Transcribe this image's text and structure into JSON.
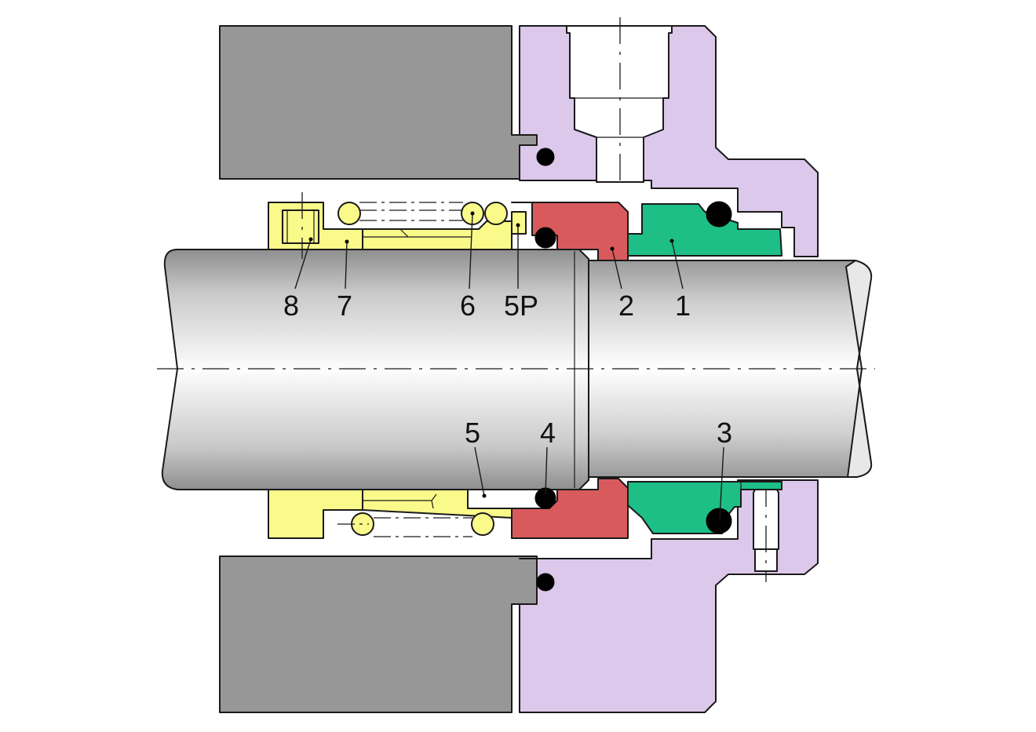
{
  "colors": {
    "housing": "#979797",
    "gland": "#dcc8ea",
    "stationary_seat": "#1dbf86",
    "rotating_face": "#d95a5c",
    "rotating_assembly": "#fafa8a",
    "shaft": "#cfcfcf",
    "oring": "#000000"
  },
  "labels": {
    "p1": "1",
    "p2": "2",
    "p3": "3",
    "p4": "4",
    "p5": "5",
    "p5p": "5P",
    "p6": "6",
    "p7": "7",
    "p8": "8"
  }
}
